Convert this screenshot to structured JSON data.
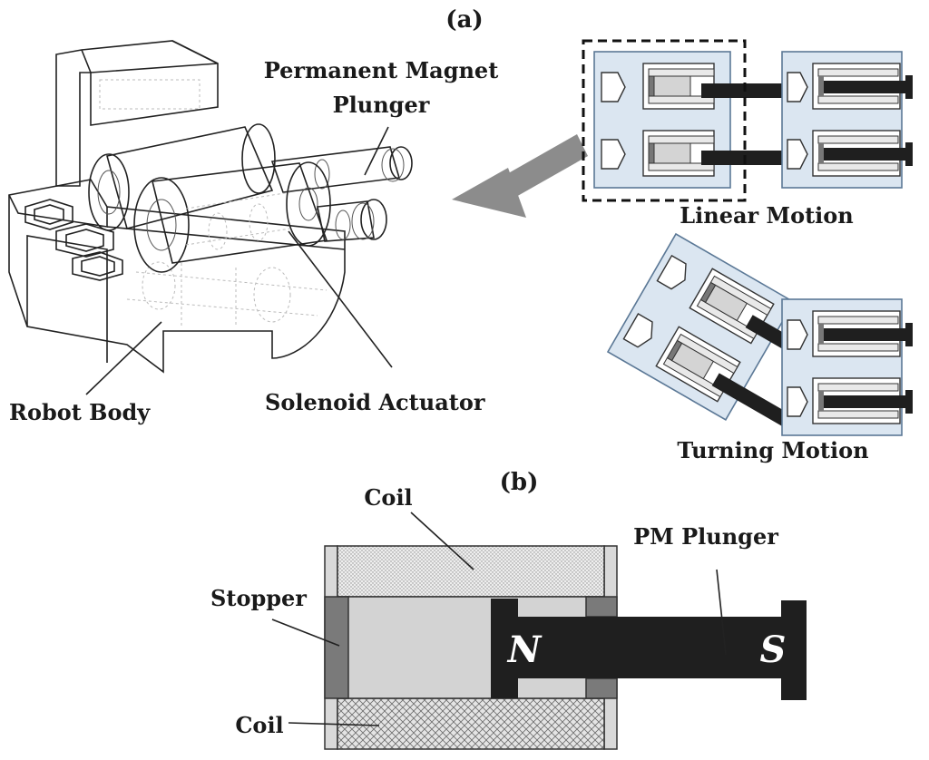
{
  "panel_a": {
    "label": "(a)",
    "robot": {
      "magnet_label_line1": "Permanent Magnet",
      "magnet_label_line2": "Plunger",
      "body_label": "Robot Body",
      "actuator_label": "Solenoid Actuator"
    },
    "linear_label": "Linear Motion",
    "turning_label": "Turning Motion"
  },
  "panel_b": {
    "label": "(b)",
    "coil_top_label": "Coil",
    "coil_bottom_label": "Coil",
    "stopper_label": "Stopper",
    "plunger_label": "PM Plunger",
    "pole_n": "N",
    "pole_s": "S"
  },
  "colors": {
    "module_fill": "#dbe6f1",
    "module_stroke": "#5b7896",
    "plunger": "#1f1f1f",
    "coil_fill": "#e6e6e6",
    "core_fill": "#d3d3d3",
    "stopper_fill": "#7a7a7a",
    "arrow": "#8c8c8c"
  }
}
